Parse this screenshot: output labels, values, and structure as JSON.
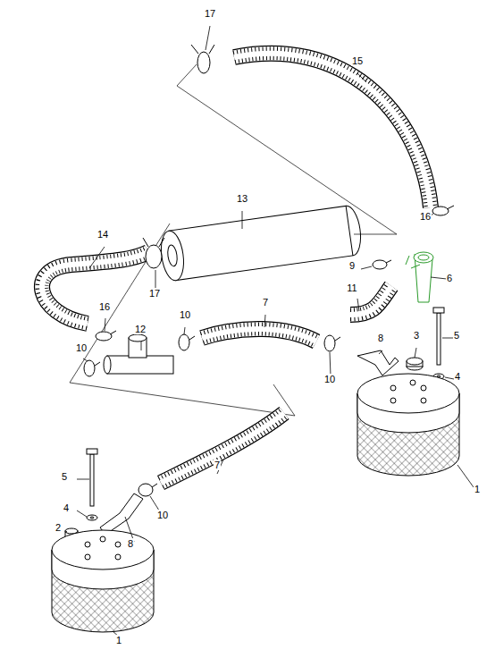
{
  "diagram": {
    "labels": [
      "17",
      "15",
      "13",
      "14",
      "16",
      "17",
      "9",
      "6",
      "11",
      "7",
      "5",
      "16",
      "12",
      "10",
      "10",
      "3",
      "8",
      "4",
      "10",
      "1",
      "5",
      "7",
      "4",
      "2",
      "10",
      "8",
      "1"
    ]
  }
}
